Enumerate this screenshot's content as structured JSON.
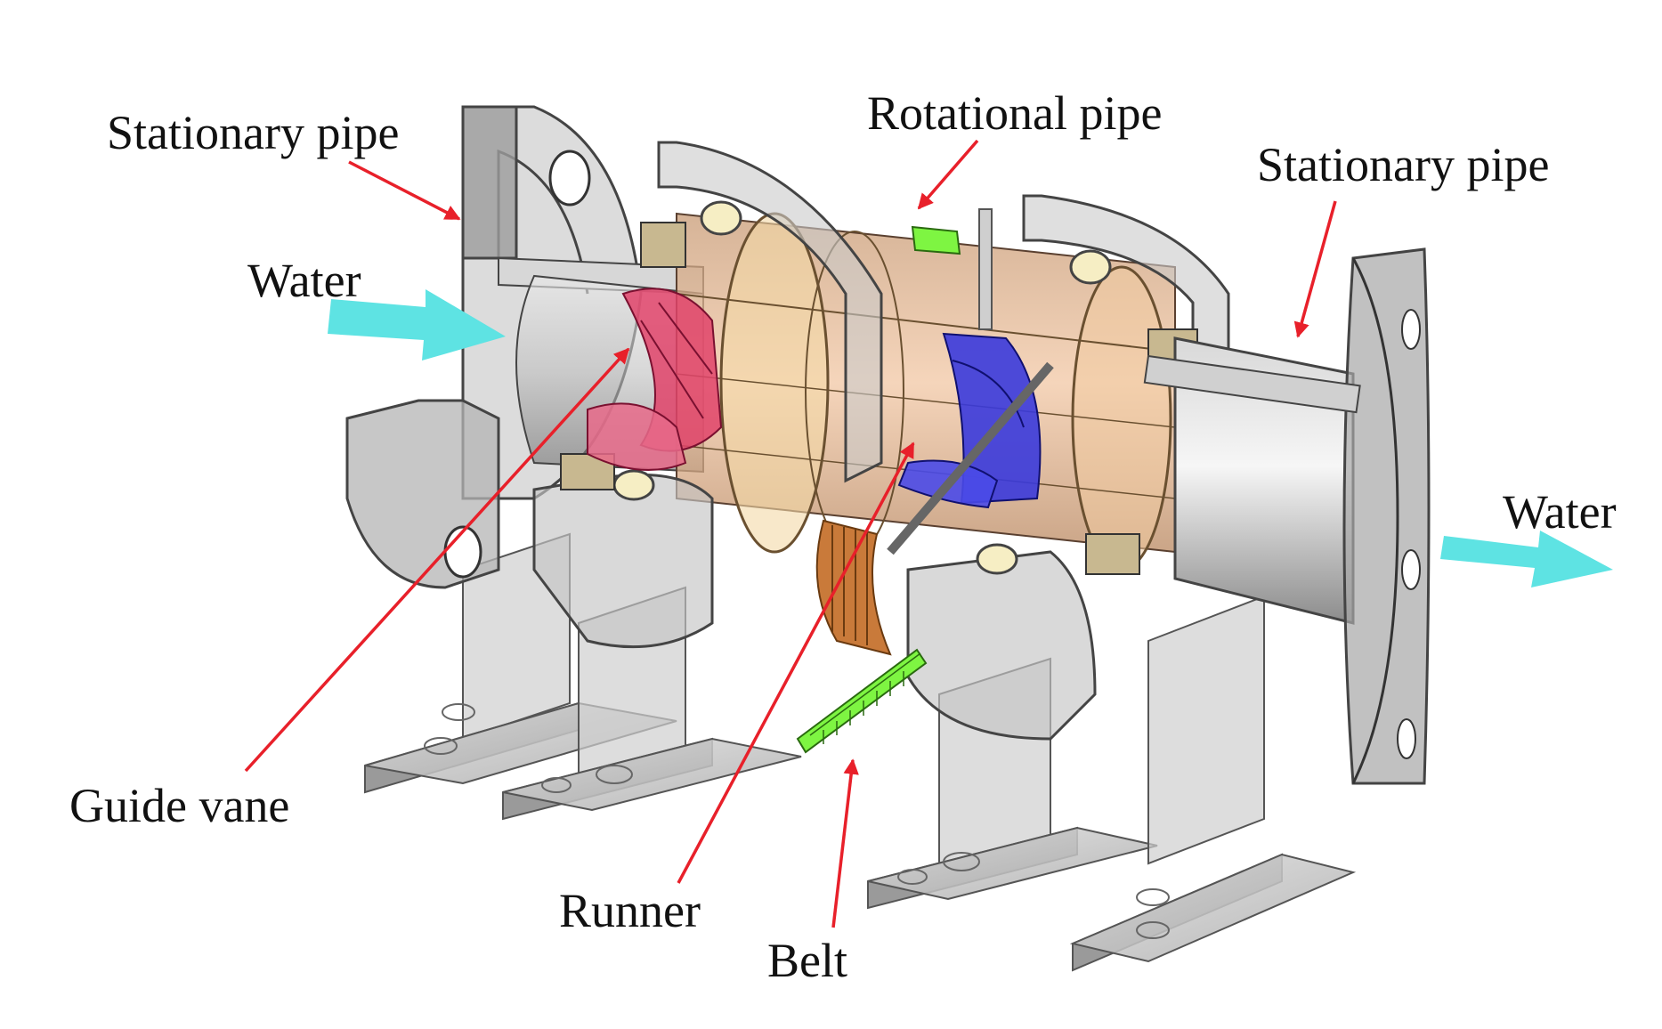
{
  "labels": {
    "stationary_pipe_left": "Stationary pipe",
    "rotational_pipe": "Rotational pipe",
    "stationary_pipe_right": "Stationary pipe",
    "water_inlet": "Water",
    "water_outlet": "Water",
    "guide_vane": "Guide vane",
    "runner": "Runner",
    "belt": "Belt"
  },
  "colors": {
    "leader_arrow": "#e8202a",
    "water_arrow": "#5ee3e3",
    "steel_dark": "#3a3a3a",
    "steel_mid": "#8a8a8a",
    "steel_light": "#d4d4d4",
    "rotational_pipe": "#e8b48a",
    "bearing_ring": "#e6d89a",
    "guide_vane": "#e0436a",
    "runner": "#3a3adc",
    "belt": "#7ef542",
    "pulley": "#c97a3a"
  },
  "icons": {
    "leader": "red-arrow-icon",
    "flow": "cyan-flow-arrow-icon"
  }
}
